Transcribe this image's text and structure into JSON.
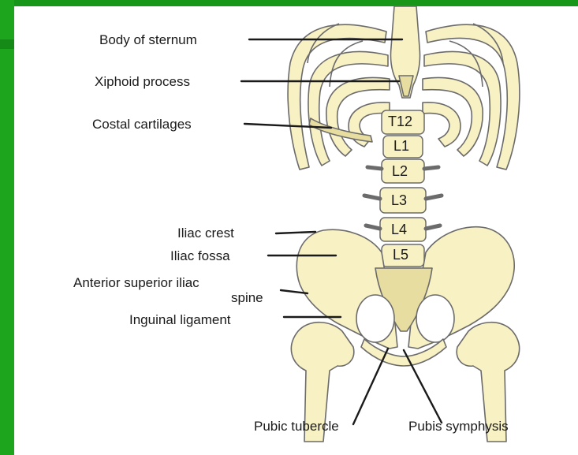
{
  "labels": {
    "body_of_sternum": "Body of sternum",
    "xiphoid_process": "Xiphoid process",
    "costal_cartilages": "Costal cartilages",
    "iliac_crest": "Iliac crest",
    "iliac_fossa": "Iliac fossa",
    "asis_line1": "Anterior superior iliac",
    "asis_line2": "spine",
    "inguinal_ligament": "Inguinal ligament",
    "pubic_tubercle": "Pubic tubercle",
    "pubis_symphysis": "Pubis symphysis"
  },
  "vertebrae": [
    "T12",
    "L1",
    "L2",
    "L3",
    "L4",
    "L5"
  ],
  "colors": {
    "frame_green": "#1ea51e",
    "bone": "#f8f1c4",
    "bone_shade": "#e7dda0",
    "outline": "#6b6b6b",
    "leader": "#1a1a1a"
  }
}
